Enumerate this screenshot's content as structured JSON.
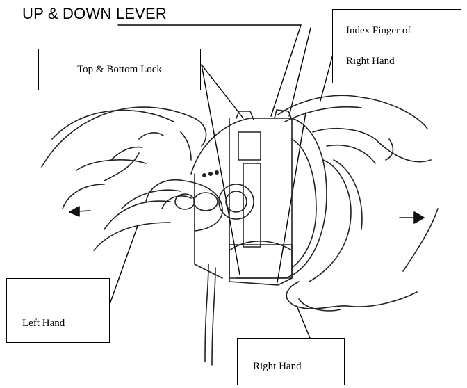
{
  "title": "UP & DOWN LEVER",
  "labels": {
    "top_bottom_lock": "Top & Bottom Lock",
    "index_finger_line1": "Index Finger of",
    "index_finger_line2": "Right Hand",
    "left_hand": "Left Hand",
    "right_hand": "Right Hand"
  },
  "colors": {
    "ink": "#000000",
    "background": "#ffffff"
  },
  "icons": [
    "arrow-left-icon",
    "arrow-right-icon"
  ]
}
